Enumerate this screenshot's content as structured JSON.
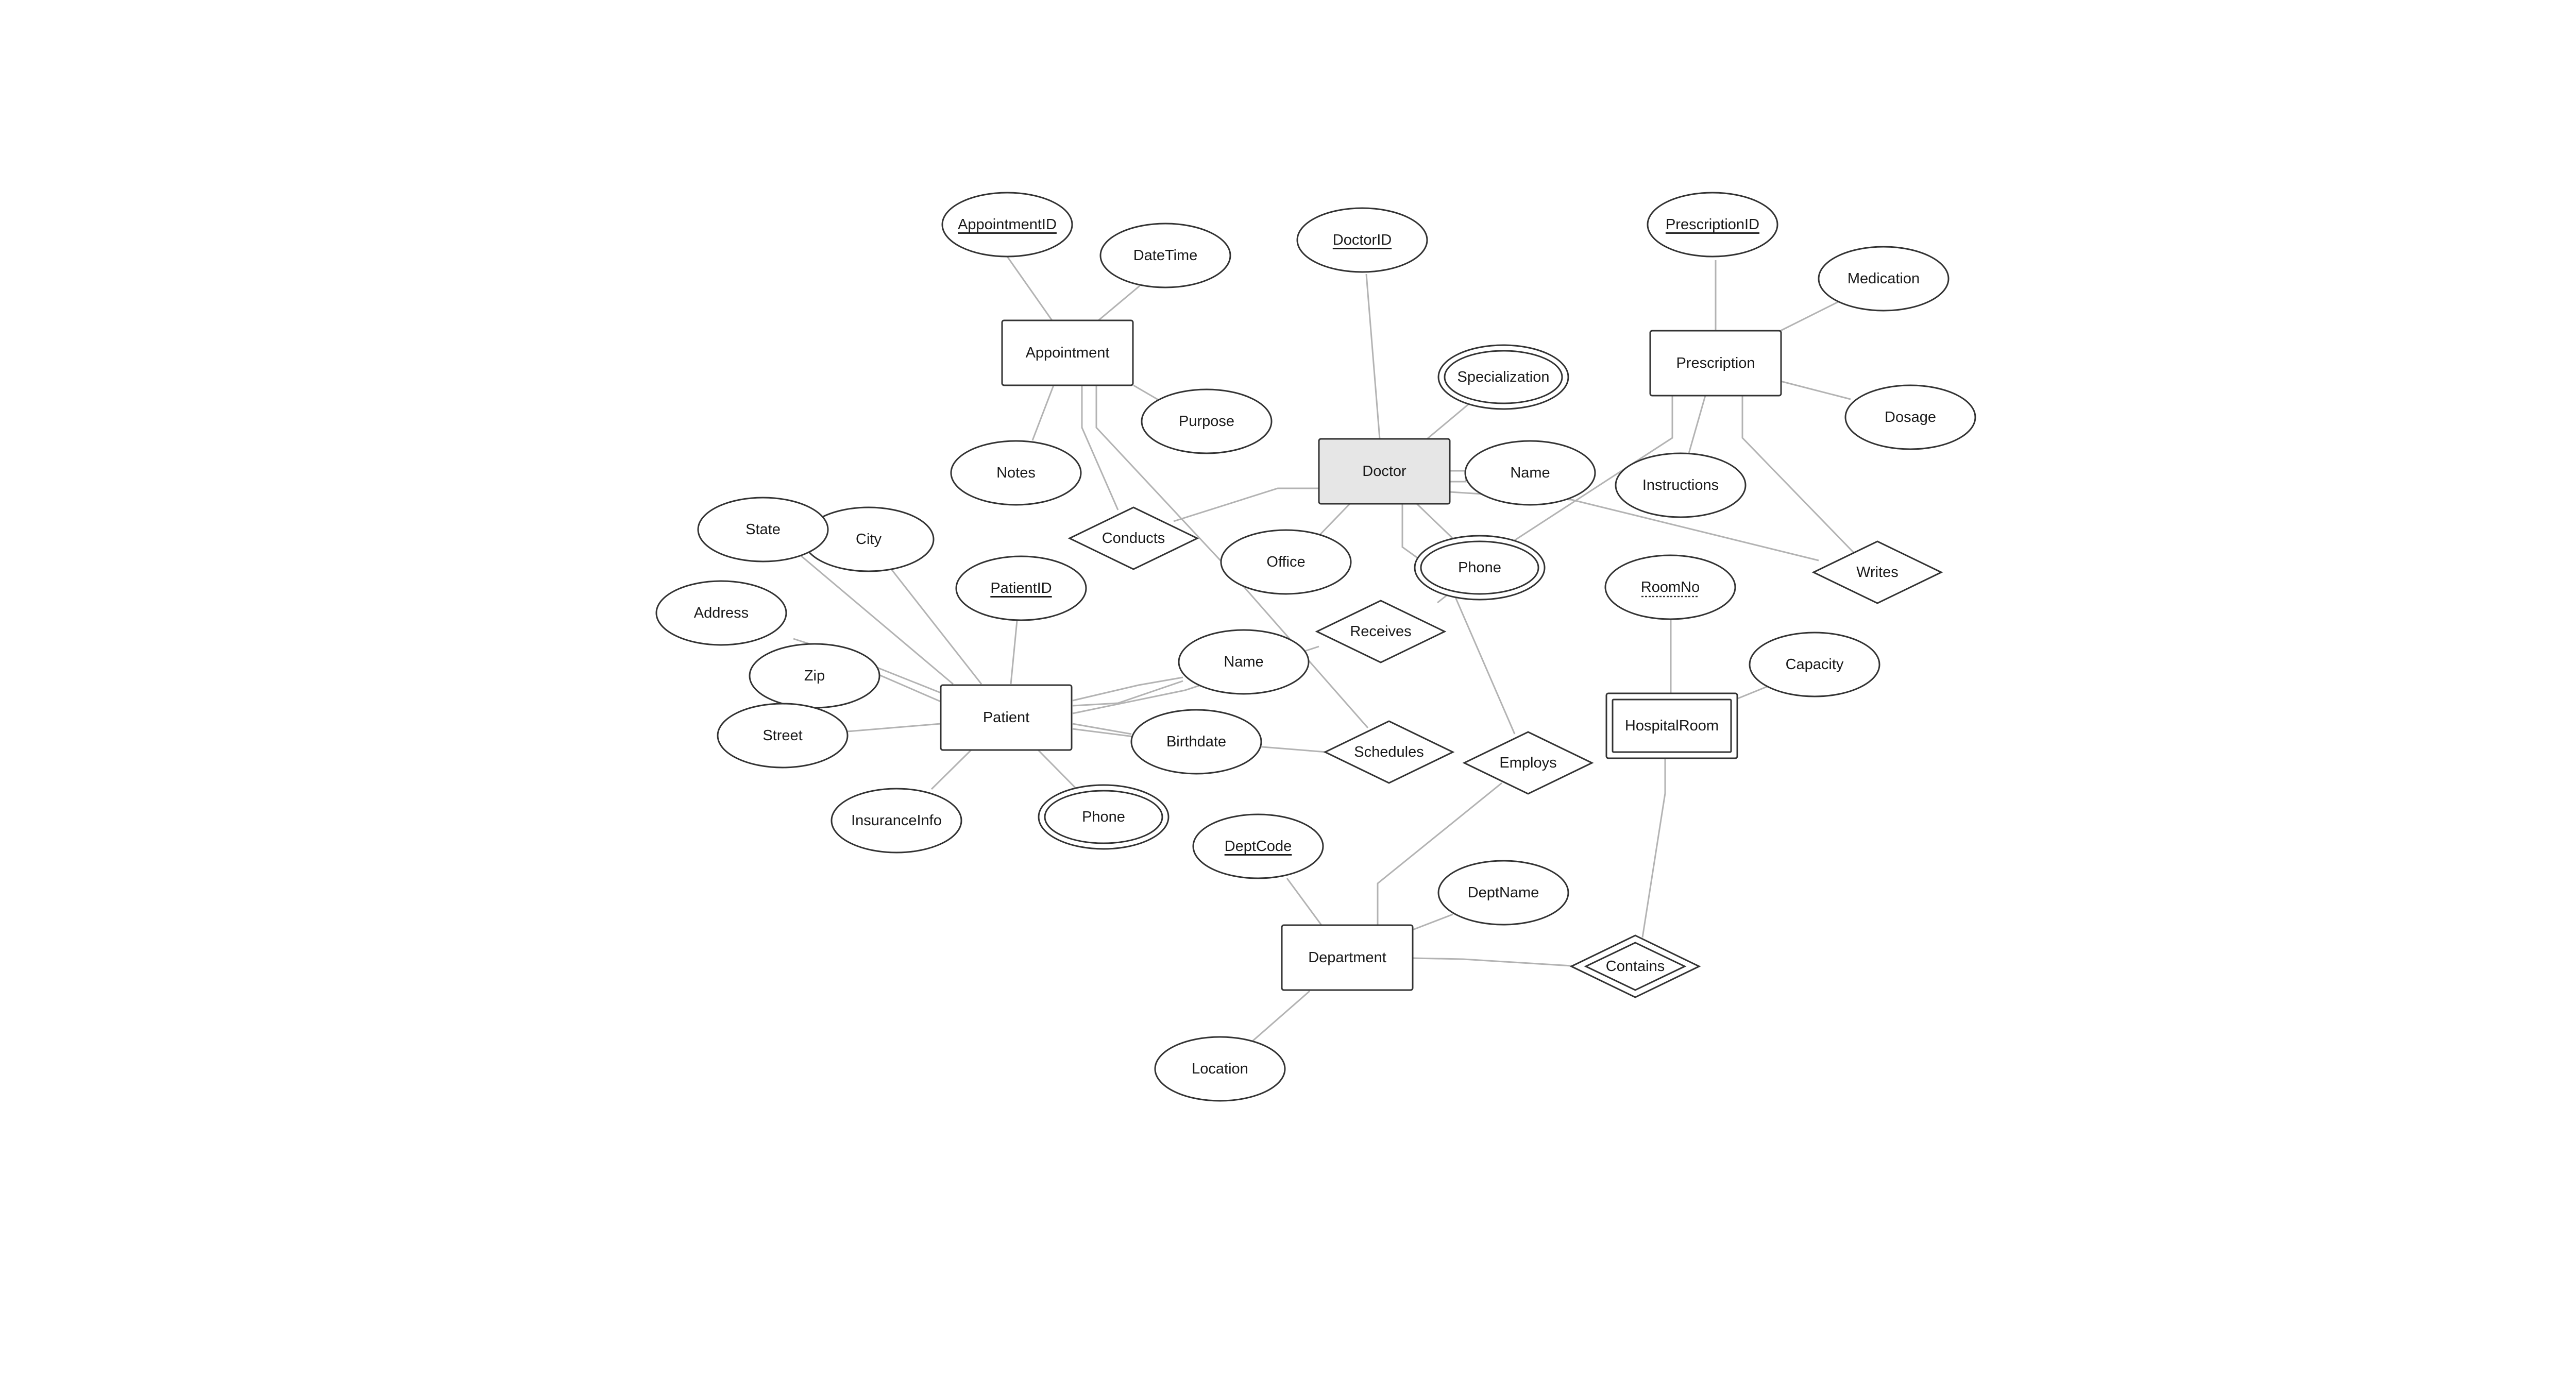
{
  "diagram": {
    "entities": {
      "appointment": "Appointment",
      "doctor": "Doctor",
      "prescription": "Prescription",
      "patient": "Patient",
      "hospital_room": "HospitalRoom",
      "department": "Department"
    },
    "relationships": {
      "conducts": "Conducts",
      "receives": "Receives",
      "schedules": "Schedules",
      "employs": "Employs",
      "writes": "Writes",
      "contains": "Contains"
    },
    "attributes": {
      "appointment_id": "AppointmentID",
      "datetime": "DateTime",
      "purpose": "Purpose",
      "notes": "Notes",
      "doctor_id": "DoctorID",
      "specialization": "Specialization",
      "doctor_name": "Name",
      "doctor_phone": "Phone",
      "office": "Office",
      "prescription_id": "PrescriptionID",
      "medication": "Medication",
      "dosage": "Dosage",
      "instructions": "Instructions",
      "state": "State",
      "city": "City",
      "address": "Address",
      "zip": "Zip",
      "street": "Street",
      "patient_id": "PatientID",
      "patient_name": "Name",
      "birthdate": "Birthdate",
      "insurance_info": "InsuranceInfo",
      "patient_phone": "Phone",
      "room_no": "RoomNo",
      "capacity": "Capacity",
      "dept_code": "DeptCode",
      "dept_name": "DeptName",
      "location": "Location"
    }
  }
}
